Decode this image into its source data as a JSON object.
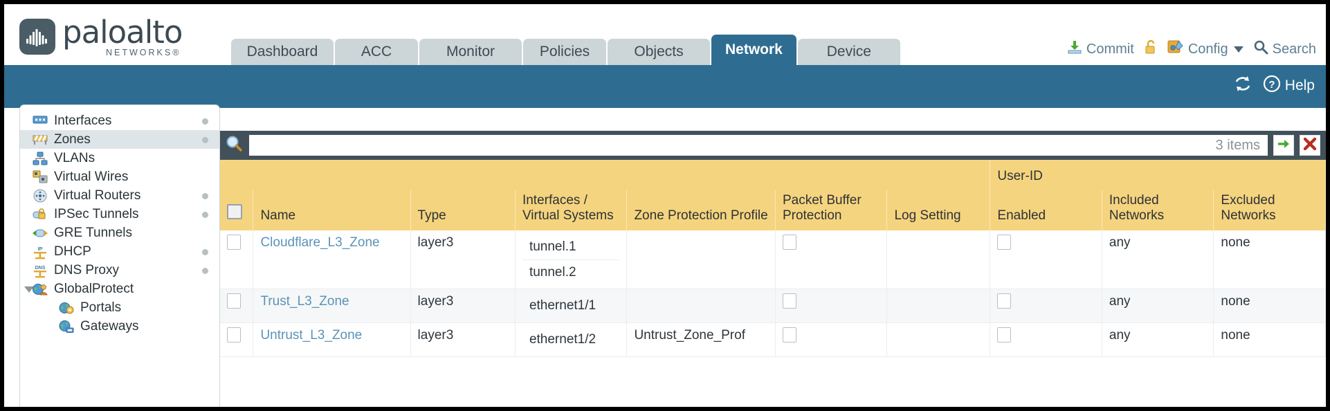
{
  "brand": {
    "name": "paloalto",
    "tagline": "NETWORKS",
    "registered": "®"
  },
  "nav": {
    "tabs": [
      {
        "label": "Dashboard",
        "active": false
      },
      {
        "label": "ACC",
        "active": false
      },
      {
        "label": "Monitor",
        "active": false
      },
      {
        "label": "Policies",
        "active": false
      },
      {
        "label": "Objects",
        "active": false
      },
      {
        "label": "Network",
        "active": true
      },
      {
        "label": "Device",
        "active": false
      }
    ]
  },
  "top_actions": {
    "commit": {
      "label": "Commit",
      "icon": "commit-download-icon"
    },
    "lock": {
      "label": "",
      "icon": "unlock-padlock-icon"
    },
    "config": {
      "label": "Config",
      "icon": "config-wrench-icon",
      "caret": "chevron-down-icon"
    },
    "search": {
      "label": "Search",
      "icon": "search-magnifier-icon"
    }
  },
  "blue_bar": {
    "refresh": {
      "label": "",
      "icon": "refresh-icon"
    },
    "help": {
      "label": "Help",
      "icon": "help-question-icon"
    }
  },
  "sidebar": {
    "items": [
      {
        "label": "Interfaces",
        "icon": "interfaces-icon",
        "selected": false,
        "dot": true,
        "child": false,
        "triangle": false
      },
      {
        "label": "Zones",
        "icon": "zones-icon",
        "selected": true,
        "dot": true,
        "child": false,
        "triangle": false
      },
      {
        "label": "VLANs",
        "icon": "vlans-icon",
        "selected": false,
        "dot": false,
        "child": false,
        "triangle": false
      },
      {
        "label": "Virtual Wires",
        "icon": "virtual-wires-icon",
        "selected": false,
        "dot": false,
        "child": false,
        "triangle": false
      },
      {
        "label": "Virtual Routers",
        "icon": "virtual-routers-icon",
        "selected": false,
        "dot": true,
        "child": false,
        "triangle": false
      },
      {
        "label": "IPSec Tunnels",
        "icon": "ipsec-tunnels-icon",
        "selected": false,
        "dot": true,
        "child": false,
        "triangle": false
      },
      {
        "label": "GRE Tunnels",
        "icon": "gre-tunnels-icon",
        "selected": false,
        "dot": false,
        "child": false,
        "triangle": false
      },
      {
        "label": "DHCP",
        "icon": "dhcp-icon",
        "selected": false,
        "dot": true,
        "child": false,
        "triangle": false
      },
      {
        "label": "DNS Proxy",
        "icon": "dns-proxy-icon",
        "selected": false,
        "dot": true,
        "child": false,
        "triangle": false
      },
      {
        "label": "GlobalProtect",
        "icon": "globalprotect-icon",
        "selected": false,
        "dot": false,
        "child": false,
        "triangle": true
      },
      {
        "label": "Portals",
        "icon": "portals-icon",
        "selected": false,
        "dot": false,
        "child": true,
        "triangle": false
      },
      {
        "label": "Gateways",
        "icon": "gateways-icon",
        "selected": false,
        "dot": false,
        "child": true,
        "triangle": false
      }
    ]
  },
  "search": {
    "value": "",
    "placeholder": "",
    "items_count": "3 items",
    "apply_icon": "green-arrow-apply-icon",
    "clear_icon": "red-x-clear-icon",
    "magnifier_icon": "search-magnifier-icon"
  },
  "table": {
    "group_header": {
      "label": "User-ID",
      "span": 3
    },
    "columns": [
      {
        "key": "check",
        "label": ""
      },
      {
        "key": "name",
        "label": "Name"
      },
      {
        "key": "type",
        "label": "Type"
      },
      {
        "key": "interfaces",
        "label": "Interfaces / Virtual Systems"
      },
      {
        "key": "zone_protection",
        "label": "Zone Protection Profile"
      },
      {
        "key": "packet_buffer",
        "label": "Packet Buffer Protection"
      },
      {
        "key": "log_setting",
        "label": "Log Setting"
      },
      {
        "key": "enabled",
        "label": "Enabled"
      },
      {
        "key": "included_networks",
        "label": "Included Networks"
      },
      {
        "key": "excluded_networks",
        "label": "Excluded Networks"
      }
    ],
    "rows": [
      {
        "checked": false,
        "name": "Cloudflare_L3_Zone",
        "type": "layer3",
        "interfaces": [
          "tunnel.1",
          "tunnel.2"
        ],
        "zone_protection": "",
        "packet_buffer_checked": false,
        "log_setting": "",
        "enabled_checked": false,
        "included_networks": "any",
        "excluded_networks": "none",
        "alt": false
      },
      {
        "checked": false,
        "name": "Trust_L3_Zone",
        "type": "layer3",
        "interfaces": [
          "ethernet1/1"
        ],
        "zone_protection": "",
        "packet_buffer_checked": false,
        "log_setting": "",
        "enabled_checked": false,
        "included_networks": "any",
        "excluded_networks": "none",
        "alt": true
      },
      {
        "checked": false,
        "name": "Untrust_L3_Zone",
        "type": "layer3",
        "interfaces": [
          "ethernet1/2"
        ],
        "zone_protection": "Untrust_Zone_Prof",
        "packet_buffer_checked": false,
        "log_setting": "",
        "enabled_checked": false,
        "included_networks": "any",
        "excluded_networks": "none",
        "alt": false
      }
    ]
  },
  "colors": {
    "brand_blue": "#2e6d91",
    "header_amber": "#f5d47f",
    "group_amber": "#e3ae3c",
    "toolbar_dark": "#42505a",
    "link_blue": "#5b93b8",
    "tab_gray": "#ccd5d7"
  }
}
